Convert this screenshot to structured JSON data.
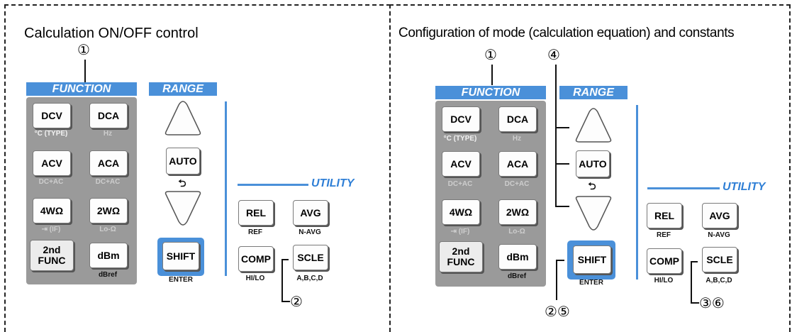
{
  "left": {
    "title": "Calculation ON/OFF control",
    "marker_function": "①",
    "marker_scle": "②"
  },
  "right": {
    "title": "Configuration of mode (calculation equation) and constants",
    "marker_function": "①",
    "marker_range": "④",
    "marker_shift": "②⑤",
    "marker_scle": "③⑥"
  },
  "panel": {
    "function_header": "FUNCTION",
    "range_header": "RANGE",
    "utility_header": "UTILITY",
    "keys": {
      "dcv": "DCV",
      "dcv_sub": "°C (TYPE)",
      "dca": "DCA",
      "dca_sub": "Hz",
      "acv": "ACV",
      "acv_sub": "DC+AC",
      "aca": "ACA",
      "aca_sub": "DC+AC",
      "w4": "4WΩ",
      "w4_sub": "⇥ (IF)",
      "w2": "2WΩ",
      "w2_sub": "Lo-Ω",
      "fn2": "2nd\nFUNC",
      "dbm": "dBm",
      "dbm_sub": "dBref",
      "auto": "AUTO",
      "auto_sub": "⮌",
      "shift": "SHIFT",
      "shift_sub": "ENTER",
      "rel": "REL",
      "rel_sub": "REF",
      "avg": "AVG",
      "avg_sub": "N-AVG",
      "comp": "COMP",
      "comp_sub": "HI/LO",
      "scle": "SCLE",
      "scle_sub": "A,B,C,D"
    }
  },
  "colors": {
    "accent": "#4a90d9",
    "function_block": "#9a9a9a"
  }
}
